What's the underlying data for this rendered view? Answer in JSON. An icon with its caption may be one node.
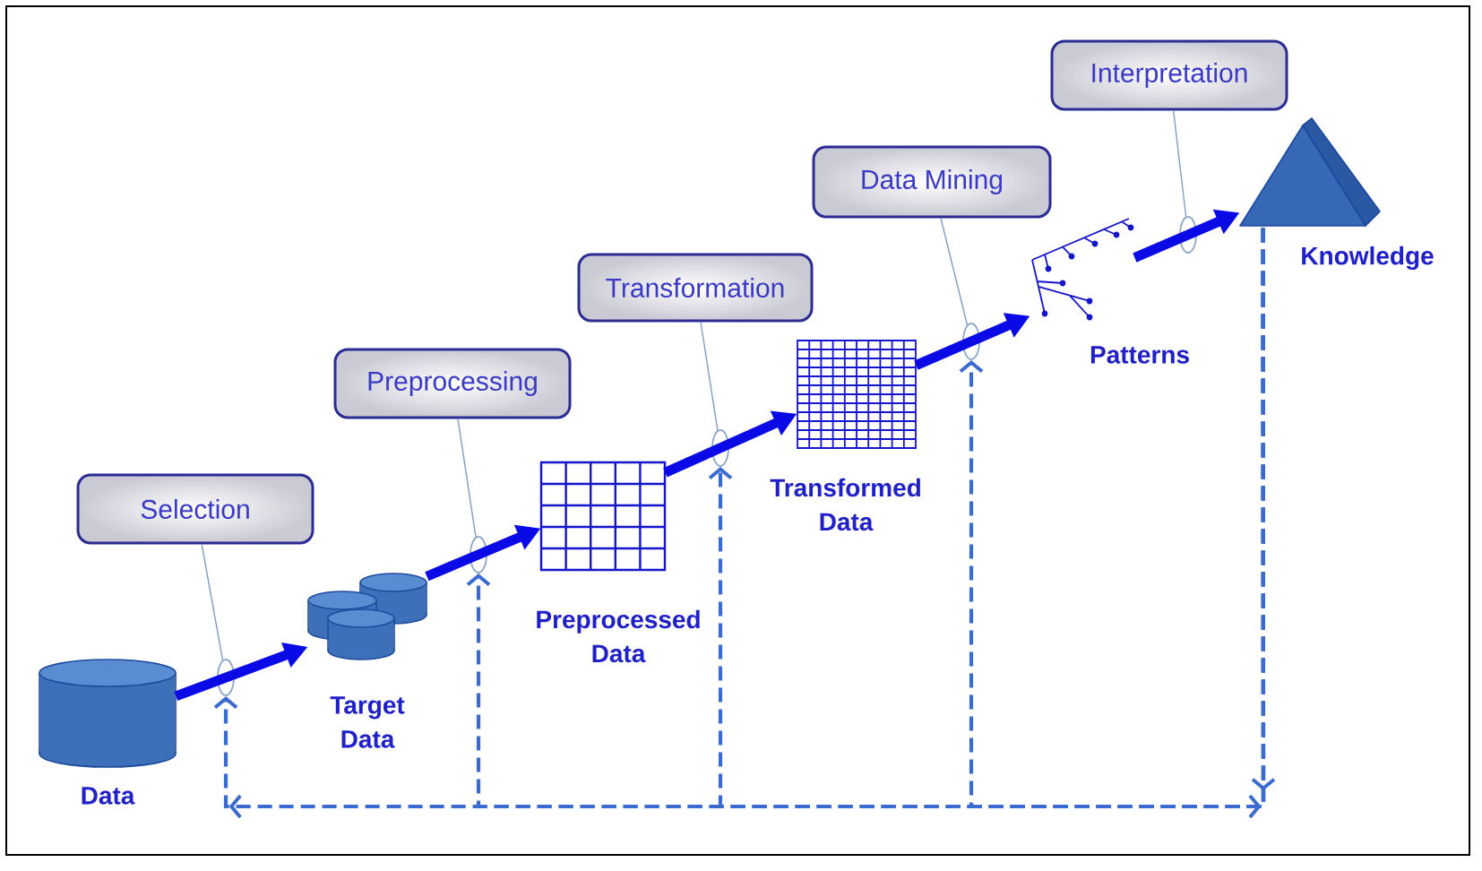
{
  "diagram": {
    "nodes": [
      {
        "text": [
          "Data"
        ]
      },
      {
        "text": [
          "Target Data"
        ]
      },
      {
        "text": [
          "Preprocessed Data"
        ]
      },
      {
        "text": [
          "Transformed Data"
        ]
      },
      {
        "text": [
          "Patterns"
        ]
      },
      {
        "text": [
          "Knowledge"
        ]
      },
      {
        "text": [
          "Selection"
        ]
      },
      {
        "text": [
          "Preprocessing"
        ]
      },
      {
        "text": [
          "Transformation"
        ]
      },
      {
        "text": [
          "Data Mining"
        ]
      },
      {
        "text": [
          "Interpretation"
        ]
      },
      {
        "text": [],
        "shape": "ellipse"
      },
      {
        "text": [],
        "shape": "ellipse"
      },
      {
        "text": [],
        "shape": "ellipse"
      },
      {
        "text": [],
        "shape": "ellipse"
      },
      {
        "text": [],
        "shape": "ellipse"
      }
    ],
    "edges": [
      {
        "from": 0,
        "to": 1,
        "arrow": "to",
        "style": "thick"
      },
      {
        "from": 1,
        "to": 2,
        "arrow": "to",
        "style": "thick"
      },
      {
        "from": 2,
        "to": 3,
        "arrow": "to",
        "style": "thick"
      },
      {
        "from": 3,
        "to": 4,
        "arrow": "to",
        "style": "thick"
      },
      {
        "from": 4,
        "to": 5,
        "arrow": "to",
        "style": "thick"
      },
      {
        "from": 6,
        "to": 11,
        "arrow": "none",
        "color": "#7f9cc4"
      },
      {
        "from": 7,
        "to": 12,
        "arrow": "none",
        "color": "#7f9cc4"
      },
      {
        "from": 8,
        "to": 13,
        "arrow": "none",
        "color": "#7f9cc4"
      },
      {
        "from": 9,
        "to": 14,
        "arrow": "none",
        "color": "#7f9cc4"
      },
      {
        "from": 10,
        "to": 15,
        "arrow": "none",
        "color": "#7f9cc4"
      },
      {
        "from": 5,
        "to": 11,
        "arrow": "to",
        "style": "dashed",
        "color": "#3a6bd0"
      },
      {
        "from": 5,
        "to": 12,
        "arrow": "to",
        "style": "dashed",
        "color": "#3a6bd0"
      },
      {
        "from": 5,
        "to": 13,
        "arrow": "to",
        "style": "dashed",
        "color": "#3a6bd0"
      },
      {
        "from": 5,
        "to": 14,
        "arrow": "to",
        "style": "dashed",
        "color": "#3a6bd0"
      }
    ]
  }
}
